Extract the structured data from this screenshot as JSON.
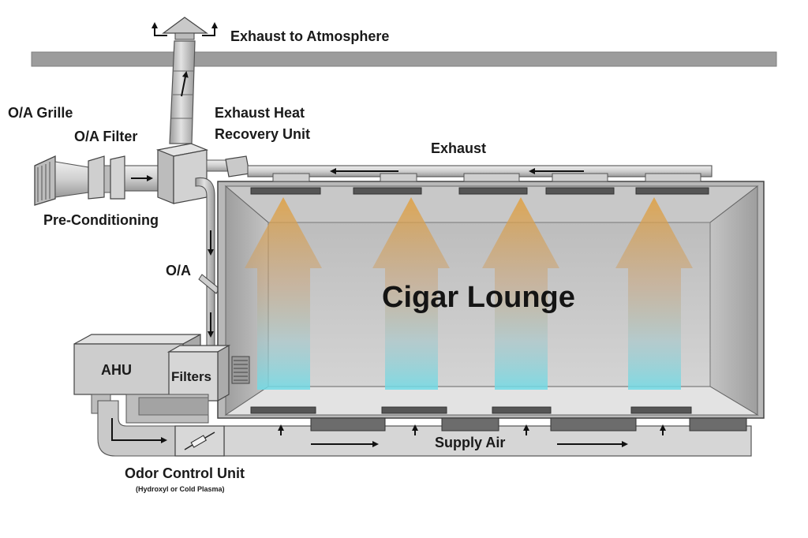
{
  "labels": {
    "exhaust_to_atmosphere": "Exhaust to Atmosphere",
    "oa_grille": "O/A Grille",
    "oa_filter": "O/A Filter",
    "exhaust_heat_recovery_unit_line1": "Exhaust Heat",
    "exhaust_heat_recovery_unit_line2": "Recovery Unit",
    "exhaust": "Exhaust",
    "pre_conditioning": "Pre-Conditioning",
    "oa": "O/A",
    "room": "Cigar Lounge",
    "ahu": "AHU",
    "filters": "Filters",
    "supply_air": "Supply Air",
    "odor_control_unit": "Odor Control Unit",
    "odor_control_note": "(Hydroxyl or Cold Plasma)"
  },
  "colors": {
    "duct_light": "#d8d8d8",
    "duct_mid": "#b9b9b9",
    "duct_dark": "#8a8a8a",
    "ceiling_bar": "#9c9c9c",
    "warm_airflow": "#e0a040",
    "cool_airflow": "#7ed8e0",
    "outline": "#3a3a3a"
  }
}
